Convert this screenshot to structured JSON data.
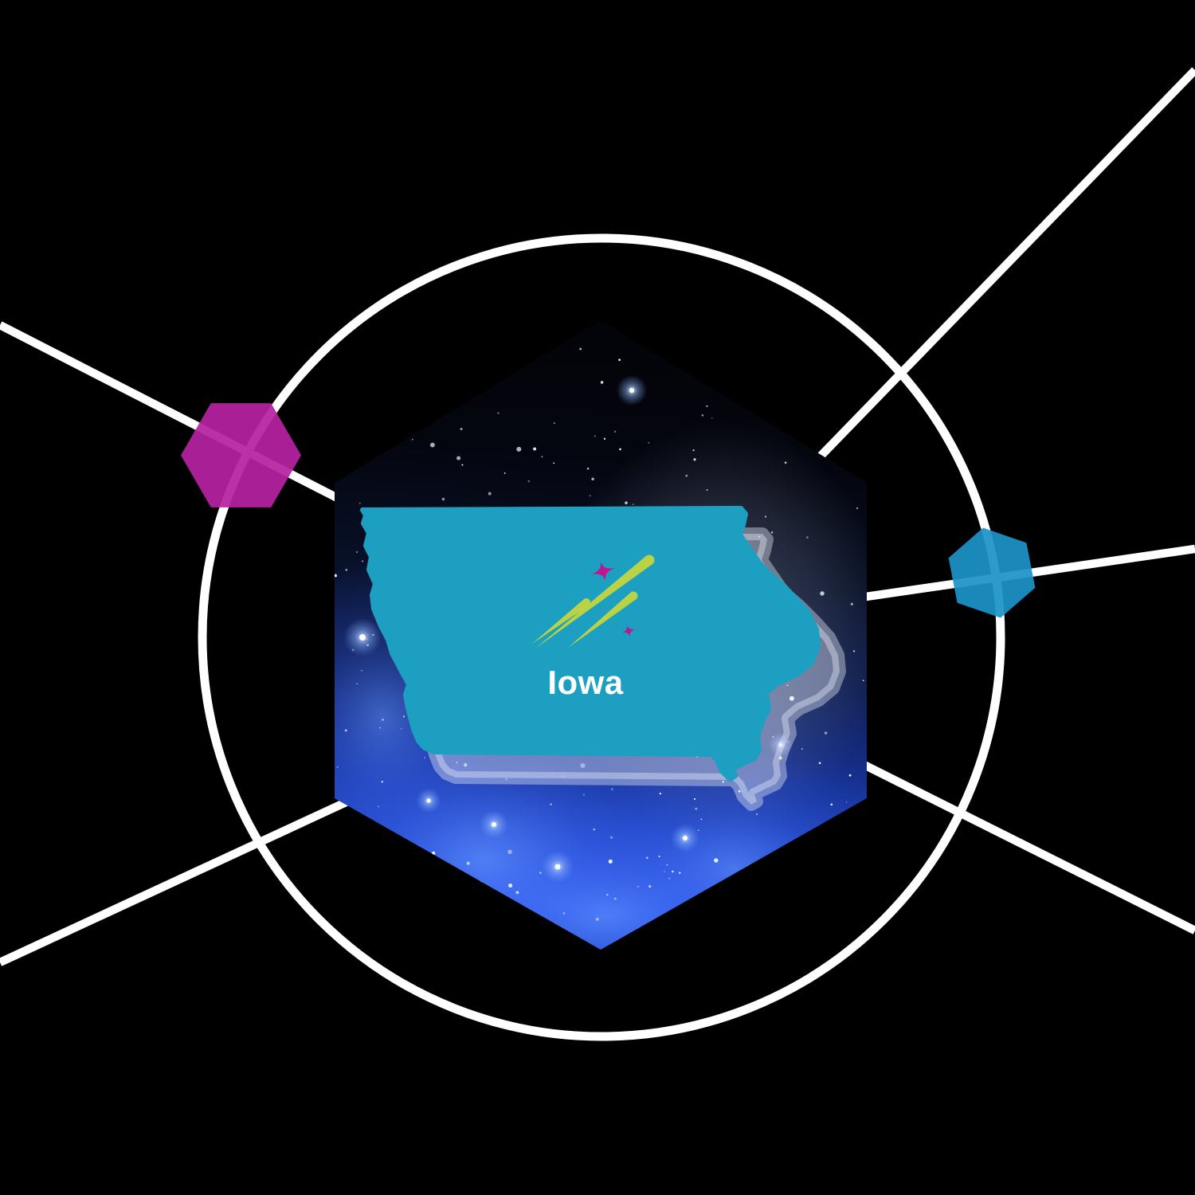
{
  "scene": {
    "background_color": "#000000",
    "orbit": {
      "line_color": "#ffffff",
      "circle_stroke_width": 11,
      "connector_stroke_width": 10.5
    },
    "starfield": {
      "star_color": "#ffffff",
      "star_count": 250,
      "sky_top_color": "#030408",
      "sky_bottom_color": "#2b57ea"
    },
    "state_badge": {
      "label": "Iowa",
      "label_color": "#ffffff",
      "state_fill_top": "#1c9fc0",
      "state_fill_bottom": "#0f7fa2",
      "ghost_fill": "#e2e8f6",
      "streak_color": "#b9d246",
      "sparkle_color": "#c3138e"
    },
    "nodes": {
      "magenta_hexagon_color": "#b621a0",
      "teal_hexagon_color": "#1d92c8"
    }
  }
}
